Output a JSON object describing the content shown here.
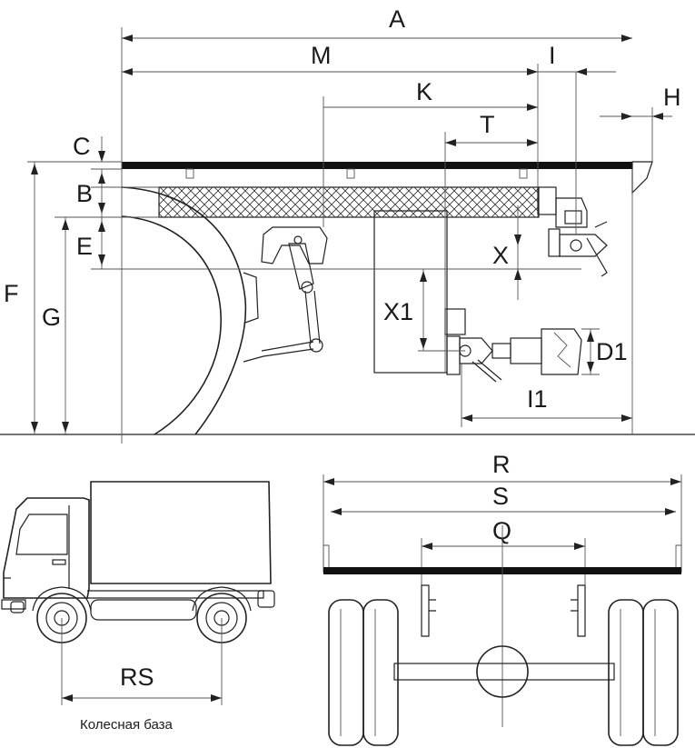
{
  "diagram": {
    "side_view_labels": {
      "A": "A",
      "M": "M",
      "I": "I",
      "K": "K",
      "T": "T",
      "H": "H",
      "C": "C",
      "B": "B",
      "E": "E",
      "F": "F",
      "G": "G",
      "X": "X",
      "X1": "X1",
      "D1": "D1",
      "I1": "I1"
    },
    "rear_view_labels": {
      "R": "R",
      "S": "S",
      "Q": "Q"
    },
    "truck_labels": {
      "RS": "RS",
      "caption": "Колесная база"
    },
    "colors": {
      "line": "#222222",
      "platform": "#111111",
      "background": "#ffffff"
    }
  }
}
